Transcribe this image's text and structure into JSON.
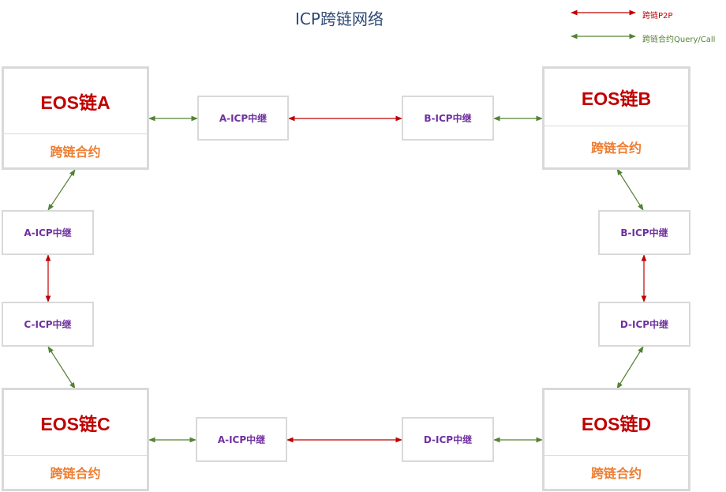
{
  "title": "ICP跨链网络",
  "legend": {
    "p2p_label": "跨链P2P",
    "query_label": "跨链合约Query/Call",
    "p2p_color": "#c00000",
    "query_color": "#548235"
  },
  "chains": {
    "a": {
      "name": "EOS链A",
      "contract": "跨链合约"
    },
    "b": {
      "name": "EOS链B",
      "contract": "跨链合约"
    },
    "c": {
      "name": "EOS链C",
      "contract": "跨链合约"
    },
    "d": {
      "name": "EOS链D",
      "contract": "跨链合约"
    }
  },
  "relays": {
    "top_left": "A-ICP中继",
    "top_right": "B-ICP中继",
    "left_upper": "A-ICP中继",
    "left_lower": "C-ICP中继",
    "right_upper": "B-ICP中继",
    "right_lower": "D-ICP中继",
    "bottom_left": "A-ICP中继",
    "bottom_right": "D-ICP中继"
  },
  "colors": {
    "chain_name": "#c00000",
    "contract": "#ed7d31",
    "relay_text": "#7030a0",
    "box_border": "#d9d9d9",
    "title": "#2e4a73"
  }
}
